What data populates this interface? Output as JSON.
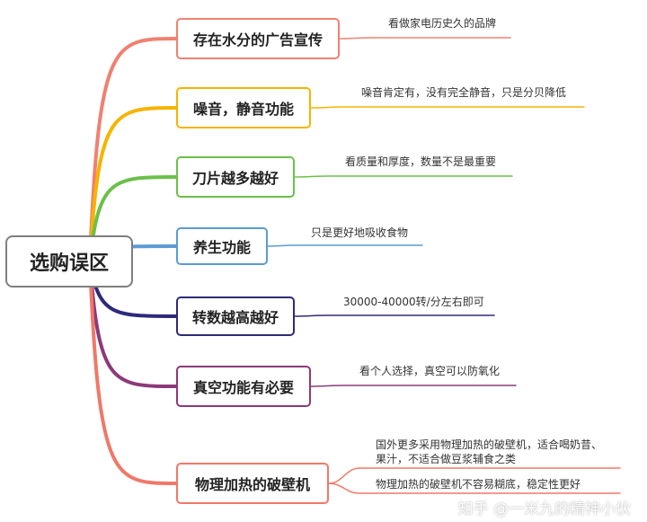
{
  "root": {
    "label": "选购误区"
  },
  "branches": [
    {
      "label": "存在水分的广告宣传",
      "color": "#f08070",
      "notes": [
        "看做家电历史久的品牌"
      ]
    },
    {
      "label": "噪音，静音功能",
      "color": "#f5b400",
      "notes": [
        "噪音肯定有，没有完全静音，只是分贝降低"
      ]
    },
    {
      "label": "刀片越多越好",
      "color": "#6cc04a",
      "notes": [
        "看质量和厚度，数量不是最重要"
      ]
    },
    {
      "label": "养生功能",
      "color": "#5b9bd5",
      "notes": [
        "只是更好地吸收食物"
      ]
    },
    {
      "label": "转数越高越好",
      "color": "#2e2a7a",
      "notes": [
        "30000-40000转/分左右即可"
      ]
    },
    {
      "label": "真空功能有必要",
      "color": "#8b3a7a",
      "notes": [
        "看个人选择，真空可以防氧化"
      ]
    },
    {
      "label": "物理加热的破壁机",
      "color": "#f07868",
      "notes": [
        "国外更多采用物理加热的破壁机，适合喝奶昔、",
        "果汁，不适合做豆浆辅食之类",
        "物理加热的破壁机不容易糊底，稳定性更好"
      ]
    }
  ],
  "watermark": "知乎 @一米九的精神小伙"
}
